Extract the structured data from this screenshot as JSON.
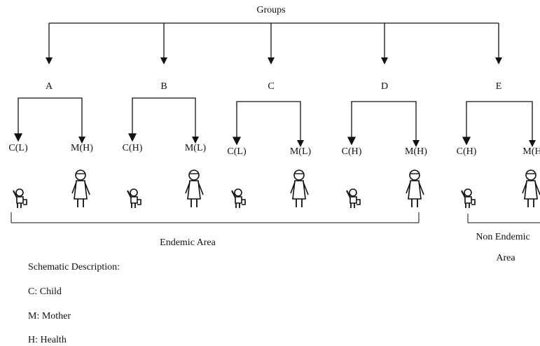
{
  "title": "Groups",
  "groups": [
    {
      "label": "A",
      "left": "C(L)",
      "right": "M(H)"
    },
    {
      "label": "B",
      "left": "C(H)",
      "right": "M(L)"
    },
    {
      "label": "C",
      "left": "C(L)",
      "right": "M(L)"
    },
    {
      "label": "D",
      "left": "C(H)",
      "right": "M(H)"
    },
    {
      "label": "E",
      "left": "C(H)",
      "right": "M(H"
    }
  ],
  "areas": {
    "endemic": "Endemic Area",
    "non_endemic_line1": "Non Endemic",
    "non_endemic_line2": "Area"
  },
  "legend": {
    "heading": "Schematic Description:",
    "items": [
      "C: Child",
      "M: Mother",
      "H: Health"
    ]
  },
  "icons": {
    "child": "child-waving-icon",
    "mother": "mother-icon"
  }
}
